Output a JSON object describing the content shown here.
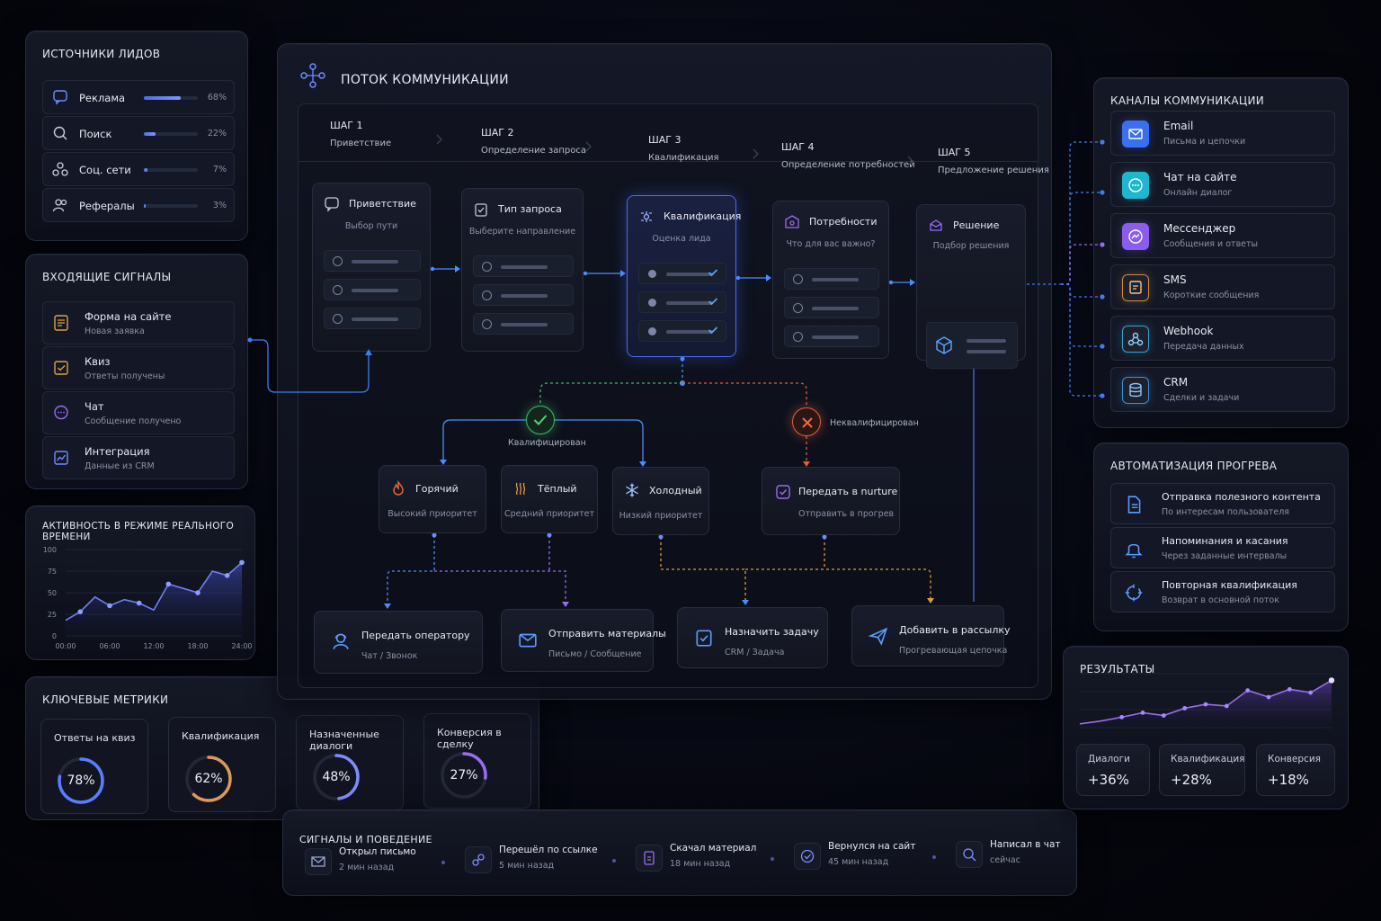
{
  "lead_sources": {
    "title": "Источники лидов",
    "items": [
      {
        "label": "Реклама",
        "pct": "68%",
        "value": 68,
        "icon": "chat-icon"
      },
      {
        "label": "Поиск",
        "pct": "22%",
        "value": 22,
        "icon": "search-icon"
      },
      {
        "label": "Соц. сети",
        "pct": "7%",
        "value": 7,
        "icon": "social-icon"
      },
      {
        "label": "Рефералы",
        "pct": "3%",
        "value": 3,
        "icon": "users-icon"
      }
    ]
  },
  "incoming": {
    "title": "Входящие сигналы",
    "items": [
      {
        "title": "Форма на сайте",
        "sub": "Новая заявка",
        "icon": "form-icon",
        "color": "#e0a040"
      },
      {
        "title": "Квиз",
        "sub": "Ответы получены",
        "icon": "quiz-icon",
        "color": "#e0a040"
      },
      {
        "title": "Чат",
        "sub": "Сообщение получено",
        "icon": "chat-icon",
        "color": "#9a6cf0"
      },
      {
        "title": "Интеграция",
        "sub": "Данные из CRM",
        "icon": "integration-icon",
        "color": "#6f8cff"
      }
    ]
  },
  "activity": {
    "title": "Активность в режиме реального времени"
  },
  "chart_data": [
    {
      "type": "area",
      "title": "Активность в режиме реального времени",
      "x_ticks": [
        "00:00",
        "06:00",
        "12:00",
        "18:00",
        "24:00"
      ],
      "y_ticks": [
        "0",
        "25",
        "50",
        "75",
        "100"
      ],
      "ylim": [
        0,
        100
      ],
      "x": [
        0,
        2,
        4,
        6,
        8,
        10,
        12,
        14,
        16,
        18,
        20,
        22,
        24
      ],
      "values": [
        18,
        28,
        45,
        35,
        42,
        38,
        30,
        60,
        55,
        50,
        75,
        70,
        85
      ],
      "color": "#6f7ff5"
    },
    {
      "type": "area",
      "title": "Результаты",
      "values": [
        10,
        15,
        22,
        30,
        25,
        38,
        45,
        42,
        70,
        58,
        72,
        66,
        88
      ],
      "color": "#9a6cf0"
    }
  ],
  "metrics": {
    "title": "Ключевые метрики",
    "items": [
      {
        "label": "Ответы на квиз",
        "pct": "78%",
        "value": 78,
        "color": "#5b7cff"
      },
      {
        "label": "Квалификация",
        "pct": "62%",
        "value": 62,
        "color": "#d99a5a"
      },
      {
        "label": "Назначенные диалоги",
        "pct": "48%",
        "value": 48,
        "color": "#7f8cff"
      },
      {
        "label": "Конверсия в сделку",
        "pct": "27%",
        "value": 27,
        "color": "#9a6cf0"
      }
    ]
  },
  "flow": {
    "title": "Поток коммуникации",
    "steps": [
      {
        "num": "ШАГ 1",
        "label": "Приветствие"
      },
      {
        "num": "ШАГ 2",
        "label": "Определение запроса"
      },
      {
        "num": "ШАГ 3",
        "label": "Квалификация"
      },
      {
        "num": "ШАГ 4",
        "label": "Определение потребностей"
      },
      {
        "num": "ШАГ 5",
        "label": "Предложение решения"
      }
    ],
    "cards": [
      {
        "title": "Приветствие",
        "sub": "Выбор пути"
      },
      {
        "title": "Тип запроса",
        "sub": "Выберите направление"
      },
      {
        "title": "Квалификация",
        "sub": "Оценка лида"
      },
      {
        "title": "Потребности",
        "sub": "Что для вас важно?"
      },
      {
        "title": "Решение",
        "sub": "Подбор решения"
      }
    ],
    "qualified": "Квалифицирован",
    "unqualified": "Неквалифицирован",
    "priorities": [
      {
        "title": "Горячий",
        "sub": "Высокий приоритет",
        "color": "#f06a3a"
      },
      {
        "title": "Тёплый",
        "sub": "Средний приоритет",
        "color": "#e09a40"
      },
      {
        "title": "Холодный",
        "sub": "Низкий приоритет",
        "color": "#7fa8ff"
      }
    ],
    "nurture": {
      "title": "Передать в nurture",
      "sub": "Отправить в прогрев"
    },
    "actions": [
      {
        "title": "Передать оператору",
        "sub": "Чат / Звонок"
      },
      {
        "title": "Отправить материалы",
        "sub": "Письмо / Сообщение"
      },
      {
        "title": "Назначить задачу",
        "sub": "CRM / Задача"
      },
      {
        "title": "Добавить в рассылку",
        "sub": "Прогревающая цепочка"
      }
    ]
  },
  "channels": {
    "title": "Каналы коммуникации",
    "items": [
      {
        "title": "Email",
        "sub": "Письма и цепочки",
        "color": "#3a6ff0",
        "icon": "mail-icon"
      },
      {
        "title": "Чат на сайте",
        "sub": "Онлайн диалог",
        "color": "#1fb6d0",
        "icon": "chat-icon"
      },
      {
        "title": "Мессенджер",
        "sub": "Сообщения и ответы",
        "color": "#8a5cf0",
        "icon": "messenger-icon"
      },
      {
        "title": "SMS",
        "sub": "Короткие сообщения",
        "color": "#d08a3a",
        "icon": "sms-icon"
      },
      {
        "title": "Webhook",
        "sub": "Передача данных",
        "color": "#3aa0d0",
        "icon": "webhook-icon"
      },
      {
        "title": "CRM",
        "sub": "Сделки и задачи",
        "color": "#3a8fd0",
        "icon": "database-icon"
      }
    ]
  },
  "automation": {
    "title": "Автоматизация прогрева",
    "items": [
      {
        "title": "Отправка полезного контента",
        "sub": "По интересам пользователя",
        "icon": "document-icon"
      },
      {
        "title": "Напоминания и касания",
        "sub": "Через заданные интервалы",
        "icon": "bell-icon"
      },
      {
        "title": "Повторная квалификация",
        "sub": "Возврат в основной поток",
        "icon": "refresh-icon"
      }
    ]
  },
  "results": {
    "title": "Результаты",
    "stats": [
      {
        "label": "Диалоги",
        "value": "+36%"
      },
      {
        "label": "Квалификация",
        "value": "+28%"
      },
      {
        "label": "Конверсия",
        "value": "+18%"
      }
    ]
  },
  "signals": {
    "title": "Сигналы и поведение",
    "items": [
      {
        "title": "Открыл письмо",
        "sub": "2 мин назад",
        "icon": "mail-icon"
      },
      {
        "title": "Перешёл по ссылке",
        "sub": "5 мин назад",
        "icon": "link-icon"
      },
      {
        "title": "Скачал материал",
        "sub": "18 мин назад",
        "icon": "download-icon"
      },
      {
        "title": "Вернулся на сайт",
        "sub": "45 мин назад",
        "icon": "return-icon"
      },
      {
        "title": "Написал в чат",
        "sub": "сейчас",
        "icon": "search-icon"
      }
    ]
  }
}
